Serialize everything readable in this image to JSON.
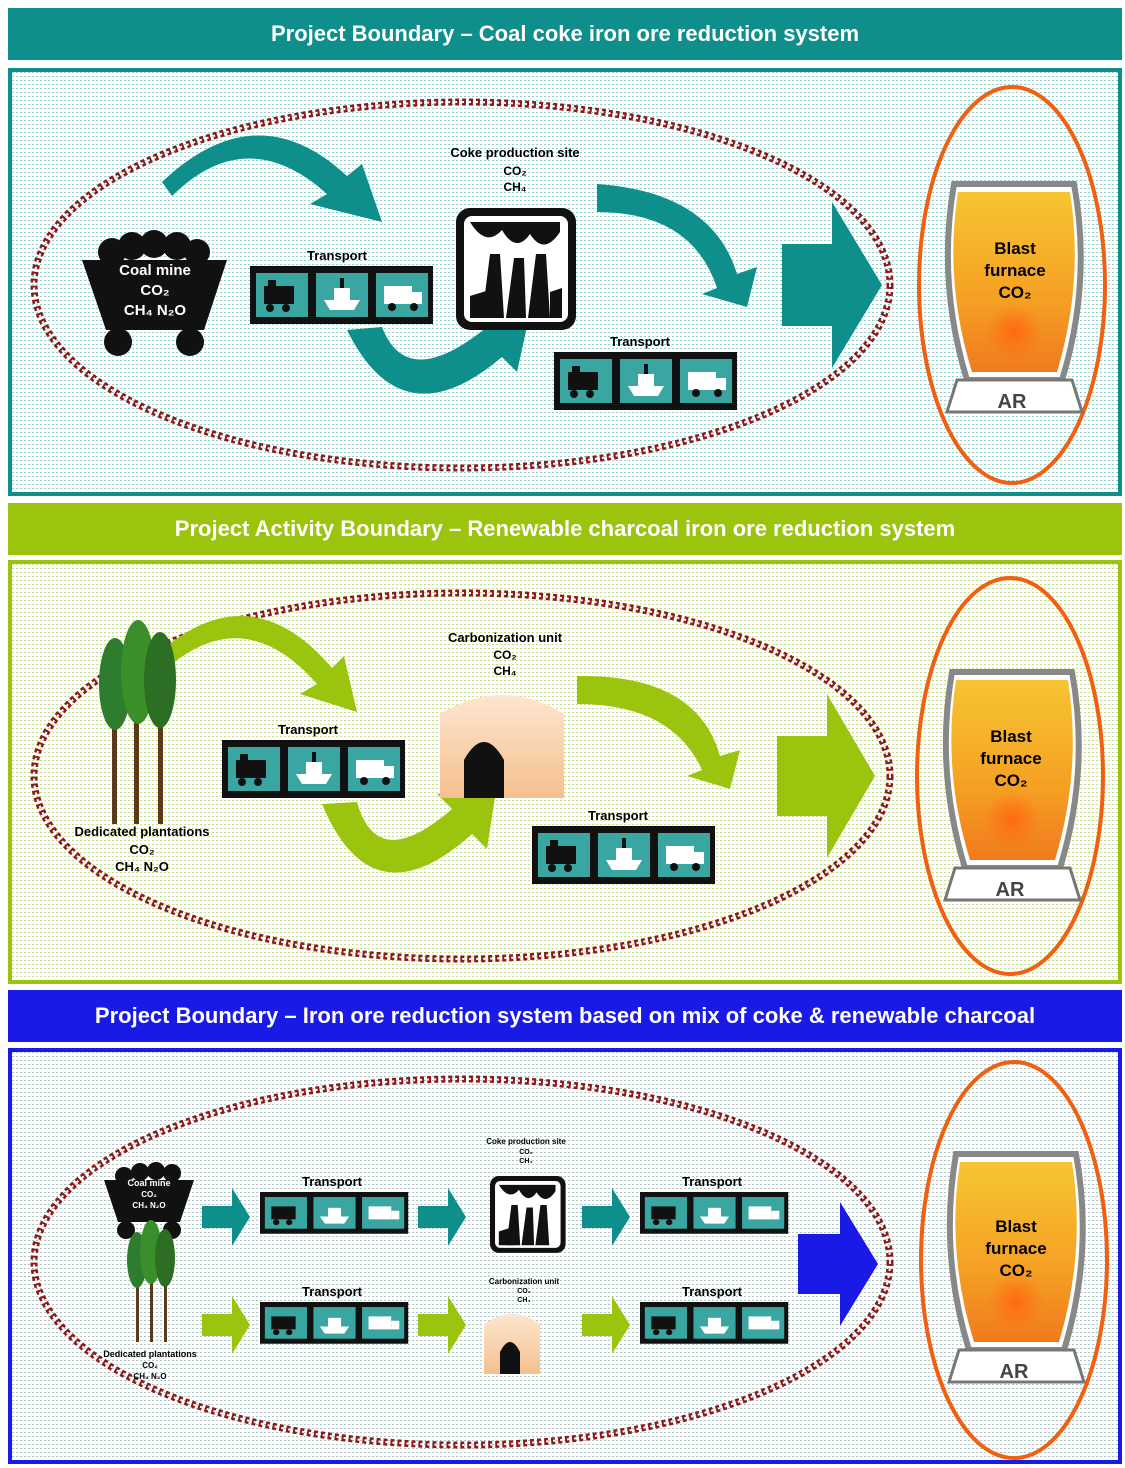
{
  "colors": {
    "teal": "#0f8f8c",
    "lime": "#9bc40f",
    "blue": "#1a1ae6",
    "dashed_ring": "#8b1a1a",
    "furnace_ring": "#f06010"
  },
  "sections": [
    {
      "header": "Project Boundary – Coal coke iron ore reduction system",
      "source": {
        "name": "Coal mine",
        "gas1": "CO₂",
        "gas2": "CH₄  N₂O"
      },
      "transport1": "Transport",
      "site": {
        "name": "Coke production site",
        "gas1": "CO₂",
        "gas2": "CH₄"
      },
      "transport2": "Transport",
      "furnace": {
        "line1": "Blast",
        "line2": "furnace",
        "line3": "CO₂",
        "base": "AR"
      }
    },
    {
      "header": "Project Activity Boundary – Renewable charcoal iron ore reduction system",
      "source": {
        "name": "Dedicated plantations",
        "gas1": "CO₂",
        "gas2": "CH₄  N₂O"
      },
      "transport1": "Transport",
      "site": {
        "name": "Carbonization unit",
        "gas1": "CO₂",
        "gas2": "CH₄"
      },
      "transport2": "Transport",
      "furnace": {
        "line1": "Blast",
        "line2": "furnace",
        "line3": "CO₂",
        "base": "AR"
      }
    },
    {
      "header": "Project Boundary – Iron ore reduction system based on mix of coke & renewable charcoal",
      "coal_source": {
        "name": "Coal mine",
        "gas1": "CO₂",
        "gas2": "CH₄  N₂O"
      },
      "plant_source": {
        "name": "Dedicated plantations",
        "gas1": "CO₂",
        "gas2": "CH₄  N₂O"
      },
      "coke_site": {
        "name": "Coke production site",
        "gas1": "CO₂",
        "gas2": "CH₄"
      },
      "carb_site": {
        "name": "Carbonization unit",
        "gas1": "CO₂",
        "gas2": "CH₄"
      },
      "transport_labels": [
        "Transport",
        "Transport",
        "Transport",
        "Transport"
      ],
      "furnace": {
        "line1": "Blast",
        "line2": "furnace",
        "line3": "CO₂",
        "base": "AR"
      }
    }
  ]
}
